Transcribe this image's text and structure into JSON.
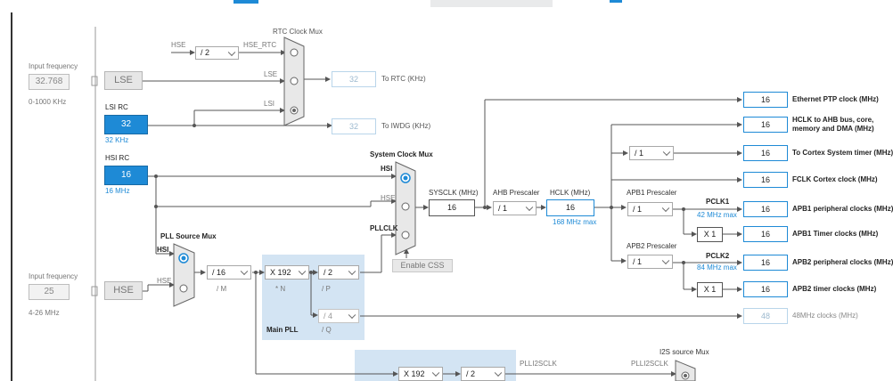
{
  "colors": {
    "accent": "#1e8ad6",
    "pll_bg": "#d3e4f3",
    "line": "#555555"
  },
  "top_bar": {
    "highlight": "#e9eaeb"
  },
  "input_freq_lse": {
    "label": "Input frequency",
    "value": "32.768",
    "range": "0-1000 KHz"
  },
  "input_freq_hse": {
    "label": "Input frequency",
    "value": "25",
    "range": "4-26 MHz"
  },
  "lse": {
    "label": "LSE"
  },
  "hse": {
    "label": "HSE"
  },
  "lsi_rc": {
    "title": "LSI RC",
    "value": "32",
    "sub": "32 KHz"
  },
  "hsi_rc": {
    "title": "HSI RC",
    "value": "16",
    "sub": "16 MHz"
  },
  "rtc_mux": {
    "title": "RTC Clock Mux",
    "div": "/ 2",
    "hse_label": "HSE",
    "hse_rtc": "HSE_RTC",
    "lse": "LSE",
    "lsi": "LSI",
    "out_value": "32",
    "out_label": "To RTC (KHz)"
  },
  "iwdg": {
    "value": "32",
    "label": "To IWDG (KHz)"
  },
  "sys_mux": {
    "title": "System Clock Mux",
    "hsi": "HSI",
    "hse": "HSE",
    "pllclk": "PLLCLK",
    "enable_css": "Enable CSS"
  },
  "pll_src_mux": {
    "title": "PLL Source Mux",
    "hsi": "HSI",
    "hse": "HSE"
  },
  "pll": {
    "m_value": "/ 16",
    "m_label": "/ M",
    "n_value": "X 192",
    "n_label": "* N",
    "p_value": "/ 2",
    "p_label": "/ P",
    "q_value": "/ 4",
    "q_label": "/ Q",
    "title": "Main PLL"
  },
  "sysclk": {
    "label": "SYSCLK (MHz)",
    "value": "16"
  },
  "ahb": {
    "label": "AHB Prescaler",
    "value": "/ 1"
  },
  "hclk": {
    "label": "HCLK (MHz)",
    "value": "16",
    "max": "168 MHz max"
  },
  "apb1": {
    "label": "APB1 Prescaler",
    "value": "/ 1",
    "pclk": "PCLK1",
    "max": "42 MHz max",
    "timer_mult": "X 1"
  },
  "apb2": {
    "label": "APB2 Prescaler",
    "value": "/ 1",
    "pclk": "PCLK2",
    "max": "84 MHz max",
    "timer_mult": "X 1"
  },
  "cortex_div": "/ 1",
  "outputs": [
    {
      "value": "16",
      "label": "Ethernet PTP clock (MHz)"
    },
    {
      "value": "16",
      "label": "HCLK to AHB bus, core,",
      "label2": "memory and DMA (MHz)"
    },
    {
      "value": "16",
      "label": "To Cortex System timer (MHz)"
    },
    {
      "value": "16",
      "label": "FCLK Cortex clock (MHz)"
    },
    {
      "value": "16",
      "label": "APB1 peripheral clocks (MHz)"
    },
    {
      "value": "16",
      "label": "APB1 Timer clocks (MHz)"
    },
    {
      "value": "16",
      "label": "APB2 peripheral clocks (MHz)"
    },
    {
      "value": "16",
      "label": "APB2 timer clocks (MHz)"
    },
    {
      "value": "48",
      "label": "48MHz clocks (MHz)"
    }
  ],
  "i2s": {
    "n_value": "X 192",
    "r_value": "/ 2",
    "plli2sclk": "PLLI2SCLK",
    "plli2sclk2": "PLLI2SCLK",
    "mux_title": "I2S source Mux"
  }
}
